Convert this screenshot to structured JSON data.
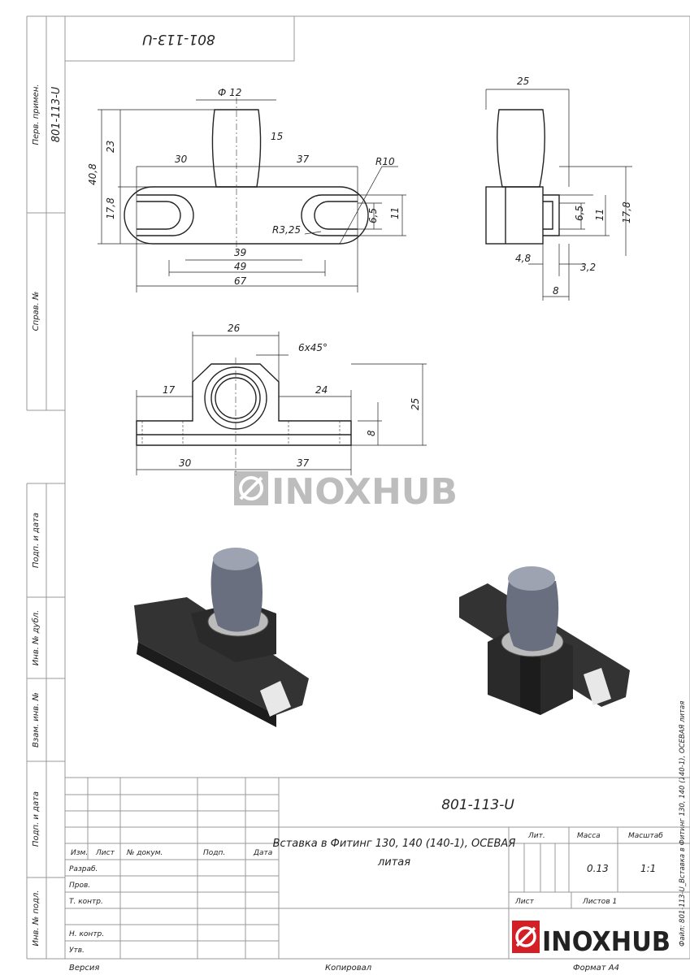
{
  "sheet": {
    "top_code": "801-113-U",
    "side_labels": {
      "perv_primen": "Перв. примен.",
      "perv_primen_value": "801-113-U",
      "sprav": "Справ. №",
      "podp_data_1": "Подп. и дата",
      "inv_dubl": "Инв. № дубл.",
      "vzam_inv": "Взам. инв. №",
      "podp_data_2": "Подп. и дата",
      "inv_podl": "Инв. № подл."
    },
    "file_label": "Файл: 801-113-U_Вставка в Фитинг 130, 140 (140-1), ОСЕВАЯ литая"
  },
  "views": {
    "front": {
      "d_phi": "Ф 12",
      "d15": "15",
      "d23": "23",
      "d408": "40,8",
      "d178": "17,8",
      "d30": "30",
      "d37": "37",
      "r10": "R10",
      "d65": "6,5",
      "d11": "11",
      "r325": "R3,25",
      "d39": "39",
      "d49": "49",
      "d67": "67"
    },
    "side": {
      "d25": "25",
      "d65": "6,5",
      "d11": "11",
      "d178": "17,8",
      "d48": "4,8",
      "d32": "3,2",
      "d8": "8"
    },
    "top": {
      "d26": "26",
      "chamfer": "6x45°",
      "d17": "17",
      "d24": "24",
      "d25": "25",
      "d8": "8",
      "d30": "30",
      "d37": "37"
    }
  },
  "watermark": "INOXHUB",
  "title_block": {
    "designation": "801-113-U",
    "name_line1": "Вставка в Фитинг 130, 140 (140-1), ОСЕВАЯ",
    "name_line2": "литая",
    "headers": {
      "izm": "Изм.",
      "list": "Лист",
      "doc": "№ докум.",
      "podp": "Подп.",
      "data": "Дата"
    },
    "roles": [
      "Разраб.",
      "Пров.",
      "Т. контр.",
      "Н. контр.",
      "Утв."
    ],
    "lit_label": "Лит.",
    "mass_label": "Масса",
    "scale_label": "Масштаб",
    "mass": "0.13",
    "scale": "1:1",
    "sheet_label": "Лист",
    "sheets_label": "Листов 1",
    "logo": "INOXHUB",
    "logo_color": "#d32027"
  },
  "footer": {
    "version": "Версия",
    "copied": "Копировал",
    "format": "Формат А4"
  }
}
